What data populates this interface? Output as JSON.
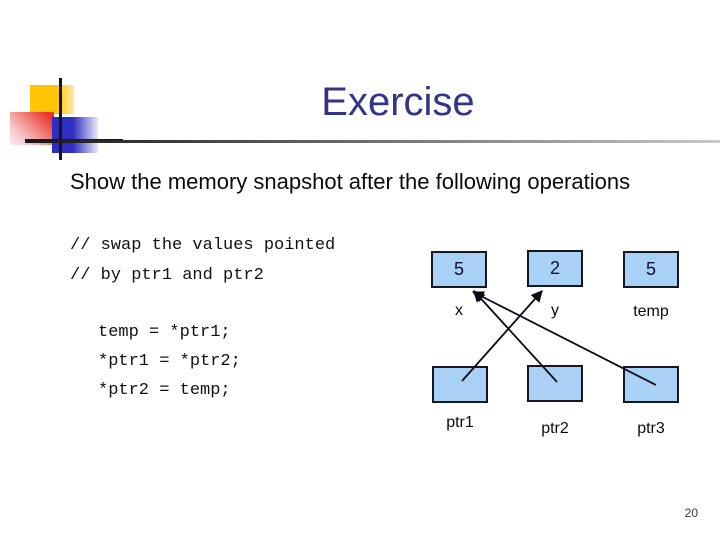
{
  "slide": {
    "title": "Exercise",
    "subtitle": "Show the memory snapshot after the following operations",
    "page_number": "20",
    "code": {
      "comment_line1": "// swap the values pointed",
      "comment_line2": "// by ptr1 and ptr2",
      "line1": "temp = *ptr1;",
      "line2": "*ptr1 = *ptr2;",
      "line3": "*ptr2 = temp;"
    },
    "diagram": {
      "variables": [
        {
          "label": "x",
          "value": "5"
        },
        {
          "label": "y",
          "value": "2"
        },
        {
          "label": "temp",
          "value": "5"
        }
      ],
      "pointers": [
        {
          "label": "ptr1",
          "points_to": "y"
        },
        {
          "label": "ptr2",
          "points_to": "x"
        },
        {
          "label": "ptr3",
          "points_to": "x"
        }
      ]
    },
    "colors": {
      "title_text": "#333387",
      "box_fill": "#a9d0f5",
      "box_border": "#16161d",
      "arrow": "#0a0a14",
      "accent_yellow": "#ffc404",
      "accent_red": "#e93323",
      "accent_blue": "#2e2ec0"
    }
  }
}
